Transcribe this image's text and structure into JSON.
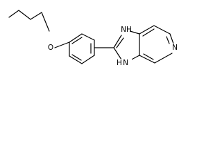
{
  "structure": {
    "labels": {
      "oxygen": "O",
      "n1": "N",
      "n1_h": "H",
      "n3": "N",
      "n3_h": "H",
      "n_pyridine": "N"
    },
    "colors": {
      "background": "#ffffff",
      "bond": "#000000",
      "text": "#000000"
    }
  }
}
